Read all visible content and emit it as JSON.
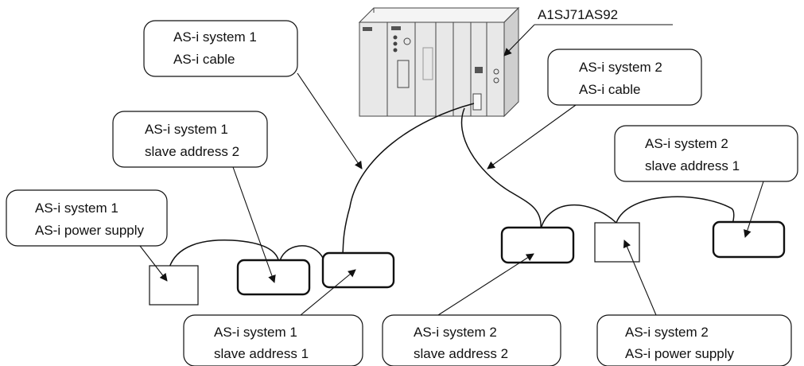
{
  "plc": {
    "model_label": "A1SJ71AS92",
    "icon": "plc-rack-icon"
  },
  "callouts": {
    "sys1_cable": [
      "AS-i system 1",
      "AS-i cable"
    ],
    "sys1_slave2": [
      "AS-i system 1",
      "slave address 2"
    ],
    "sys1_power": [
      "AS-i system 1",
      "AS-i power supply"
    ],
    "sys1_slave1": [
      "AS-i system 1",
      "slave address 1"
    ],
    "sys2_cable": [
      "AS-i system 2",
      "AS-i cable"
    ],
    "sys2_slave1": [
      "AS-i system 2",
      "slave address 1"
    ],
    "sys2_slave2": [
      "AS-i system 2",
      "slave address 2"
    ],
    "sys2_power": [
      "AS-i system 2",
      "AS-i power supply"
    ]
  },
  "colors": {
    "line": "#111111",
    "plc_body": "#e6e6e6",
    "plc_dark": "#555555"
  }
}
